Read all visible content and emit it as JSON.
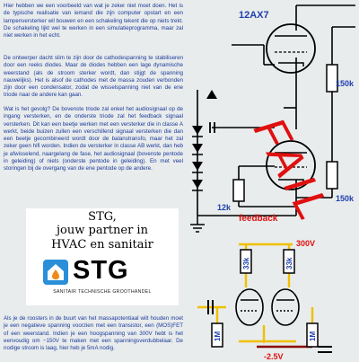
{
  "article": {
    "paragraph1": "Hier hebben we een voorbeeld van wat je zeker niet moet doen. Het is de typische realisatie van iemand die zijn computer opstart en een lampenversterker wil bouwen en een schakeling tekent die op niets trekt. De schakeling lijkt wel te werken in een simulatieprogramma, maar zal niet werken in het echt.",
    "paragraph2": "De ontwerper dacht slim te zijn door de cathodespanning te stabiliseren door een reeks diodes. Maar de diodes hebben een lage dynamische weerstand (als de stroom sterker wordt, dan stijgt de spanning nauwelijks). Het is alsof de cathodes met de massa zouden verbonden zijn door een condensator, zodat de wisselspanning niet van de ene triode naar de andere kan gaan.",
    "paragraph3": "Wat is het gevolg? De bovenste triode zal enkel het audiosignaal op de ingang versterken, en de onderste triode zal het feedback signaal versterken. Dit kan een beetje werken met een versterker die in classe A werkt, beide buizen zullen een verschillend signaal versterken die dan een beetje gecombineerd wordt door de balanstransfo, maar het zal zeker geen hifi worden. Indien de versterker in classe AB werkt, dan heb je afwisselend, naargelang de fase, het audiosignaal (bovenste pentode in geleiding) of niets (onderste pentode in geleiding). En met veel storingen bij de overgang van de ene pentode op de andere.",
    "paragraph4": "Als je de roosters in de buurt van het massapotentiaal wilt houden moet je een negatieve spanning voorzien met een transistor, een (MOS)FET of een weerstand. Indien je een hoogspanning van 300V hebt is het eenvoudig om −150V te maken met een spanningsverdubbelaar. De nodige stroom is laag, hier heb je 5mA nodig."
  },
  "ad": {
    "line1": "STG,",
    "line2": "jouw partner in",
    "line3": "HVAC en sanitair",
    "brand": "STG",
    "tagline": "SANITAIR TECHNISCHE GROOTHANDEL"
  },
  "schematic_top": {
    "tube_label": "12AX7",
    "resistor_upper": "150k",
    "resistor_lower": "150k",
    "resistor_left": "12k",
    "feedback_label": "feedback",
    "stamp": "FAIL"
  },
  "schematic_bottom": {
    "supply_label": "300V",
    "resistor_a": "33k",
    "resistor_b": "33k",
    "resistor_c": "1M",
    "resistor_d": "1M",
    "bias_label": "-2.5V"
  },
  "colors": {
    "page_bg": "#e9ecec",
    "text": "#1a3a9c",
    "label_blue": "#1f3fae",
    "fail_red": "#e01010",
    "schematic_yellow": "#f0c000",
    "dark_red": "#8a0000",
    "brand_blue": "#2a8fd8",
    "brand_orange": "#ef8a1a"
  }
}
